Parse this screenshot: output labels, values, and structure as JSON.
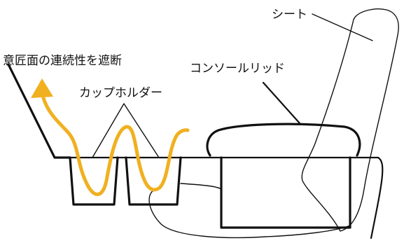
{
  "labels": {
    "seat": "シート",
    "design_break": "意匠面の連続性を遮断",
    "console_lid": "コンソールリッド",
    "cup_holder": "カップホルダー"
  },
  "colors": {
    "line": "#111111",
    "flow": "#f0b020",
    "background": "#ffffff"
  }
}
